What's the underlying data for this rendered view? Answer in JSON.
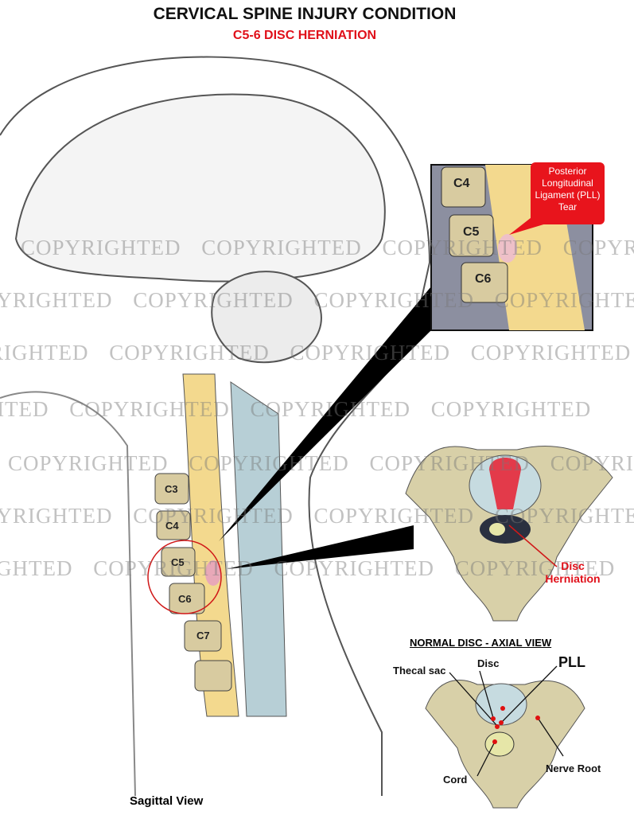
{
  "header": {
    "title": "CERVICAL SPINE INJURY CONDITION",
    "subtitle": "C5-6 DISC HERNIATION"
  },
  "sagittal": {
    "caption": "Sagittal View",
    "vertebrae": [
      "C3",
      "C4",
      "C5",
      "C6",
      "C7"
    ]
  },
  "inset": {
    "vertebrae": [
      "C4",
      "C5",
      "C6"
    ],
    "callout": "Posterior Longitudinal Ligament (PLL) Tear"
  },
  "herniation_axial": {
    "label": "Disc Herniation"
  },
  "normal_axial": {
    "title": "NORMAL DISC - AXIAL VIEW",
    "labels": {
      "thecal_sac": "Thecal sac",
      "disc": "Disc",
      "pll": "PLL",
      "cord": "Cord",
      "nerve_root": "Nerve Root"
    }
  },
  "watermark": "COPYRIGHTED",
  "colors": {
    "title": "#111111",
    "accent_red": "#e0101a",
    "bone": "#e8dfb8",
    "disc": "#bcd9e0",
    "cord": "#f3d98e"
  }
}
